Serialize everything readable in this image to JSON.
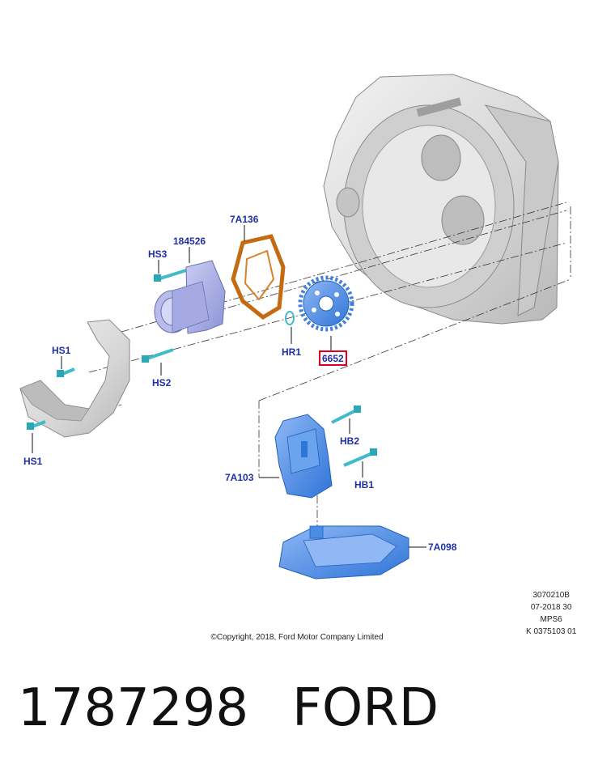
{
  "callouts": {
    "hs3": "HS3",
    "p184526": "184526",
    "p7a136": "7A136",
    "hs1_top": "HS1",
    "hs2": "HS2",
    "hr1": "HR1",
    "p6652": "6652",
    "hs1_bottom": "HS1",
    "hb2": "HB2",
    "p7a103": "7A103",
    "hb1": "HB1",
    "p7a098": "7A098"
  },
  "highlight_color": "#e0001b",
  "part_blue": "#4a8de6",
  "housing_gray": "#d9d9d9",
  "meta": {
    "line1": "3070210B",
    "line2": "07-2018 30",
    "line3": "MPS6",
    "line4": "K 0375103 01"
  },
  "copyright": "©Copyright, 2018, Ford Motor Company Limited",
  "footer": {
    "part_number": "1787298",
    "brand": "FORD"
  }
}
